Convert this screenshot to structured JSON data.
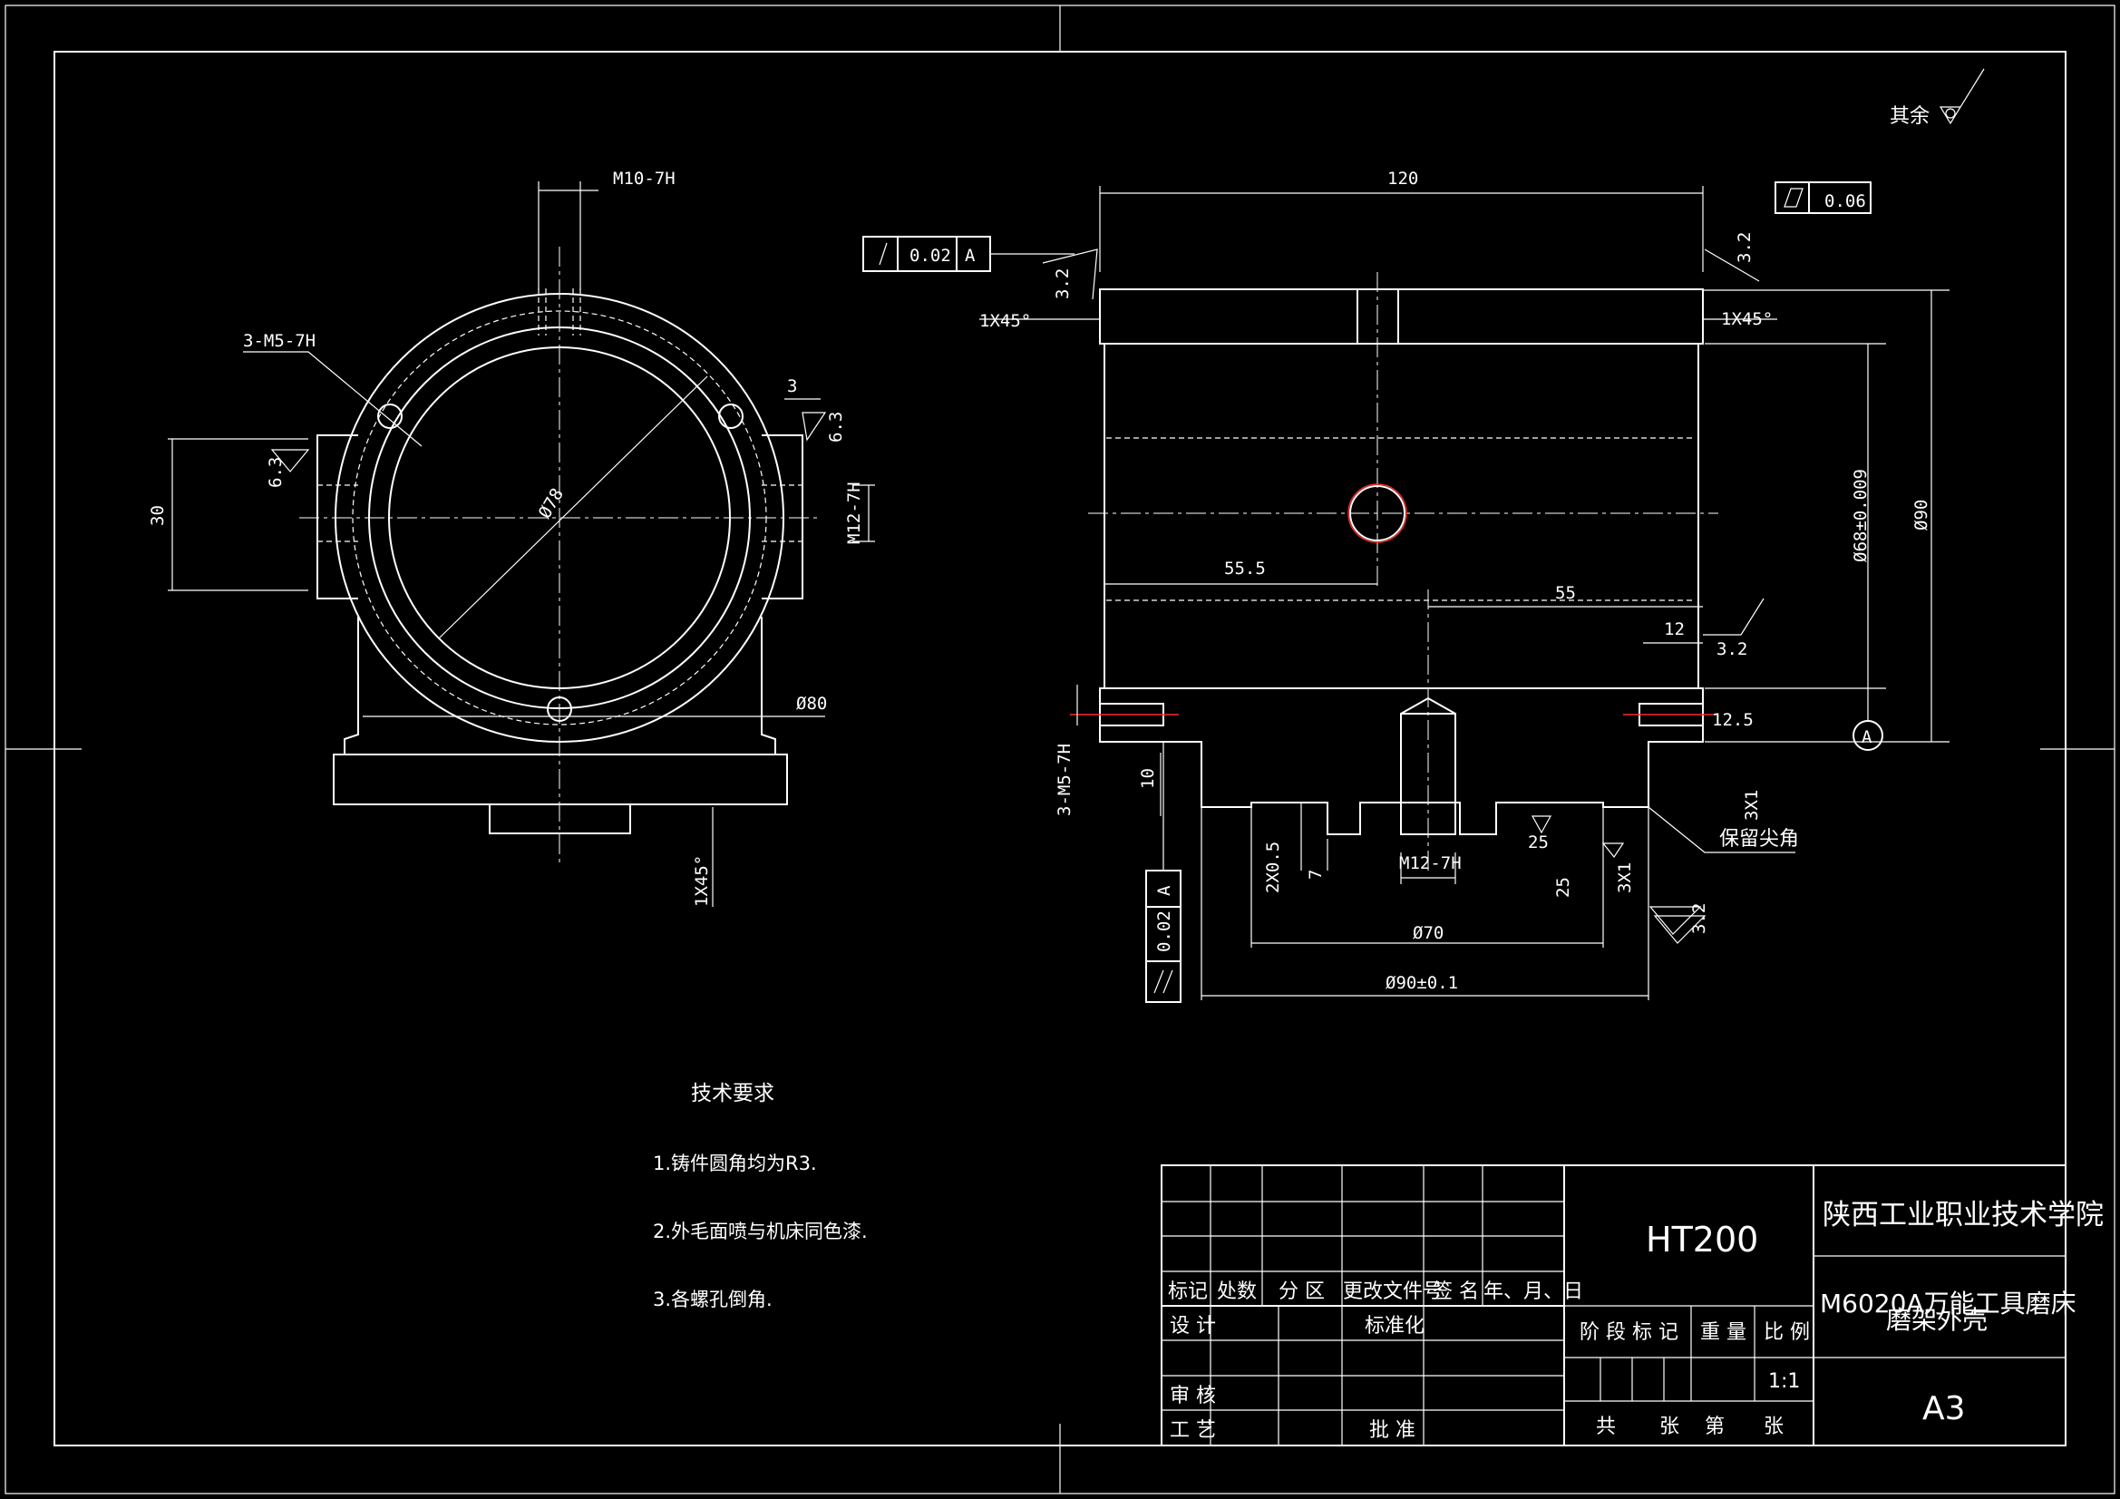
{
  "surface_symbol": {
    "label": "其余"
  },
  "left_view": {
    "thread_top": "M10-7H",
    "holes": "3-M5-7H",
    "dia_78": "Ø78",
    "dia_80": "Ø80",
    "dim_3": "3",
    "rough_63_right": "6.3",
    "rough_63_left": "6.3",
    "dim_30": "30",
    "thread_side": "M12-7H",
    "chamfer_bottom": "1X45°"
  },
  "section_view": {
    "length_120": "120",
    "flatness_value": "0.06",
    "runout_value": "0.02",
    "runout_datum": "A",
    "rough_32_left": "3.2",
    "rough_32_right": "3.2",
    "chamfer_left": "1X45°",
    "chamfer_right": "1X45°",
    "dia_68": "Ø68±0.009",
    "dia_90": "Ø90",
    "dim_555": "55.5",
    "dim_55": "55",
    "dim_12": "12",
    "rough_32_step": "3.2",
    "rough_125": "12.5",
    "datum_a": "A",
    "holes_side": "3-M5-7H",
    "dim_10": "10",
    "groove_2x05": "2X0.5",
    "dim_7": "7",
    "thread_bottom": "M12-7H",
    "rough_25_a": "25",
    "rough_25_b": "25",
    "groove_3x1_a": "3X1",
    "groove_3x1_b": "3X1",
    "sharp_corner": "保留尖角",
    "dia_70": "Ø70",
    "dia_90_tol": "Ø90±0.1",
    "rough_32_bottom": "3.2",
    "parallel_value": "0.02",
    "parallel_datum": "A"
  },
  "tech_req": {
    "title": "技术要求",
    "items": [
      "1.铸件圆角均为R3.",
      "2.外毛面喷与机床同色漆.",
      "3.各螺孔倒角."
    ]
  },
  "title_block": {
    "material": "HT200",
    "school": "陕西工业职业技术学院",
    "part_name": "M6020A万能工具磨床",
    "part_name_2": "磨架外壳",
    "sheet_size": "A3",
    "scale": "1:1",
    "header": [
      "标记",
      "处数",
      "分 区",
      "更改文件号",
      "签 名",
      "年、月、日"
    ],
    "rows": [
      "设 计",
      "审 核",
      "工 艺"
    ],
    "standard": "标准化",
    "approve": "批 准",
    "stage_mark": "阶 段 标 记",
    "weight": "重 量",
    "ratio": "比 例",
    "sheets": [
      "共",
      "张",
      "第",
      "张"
    ]
  }
}
